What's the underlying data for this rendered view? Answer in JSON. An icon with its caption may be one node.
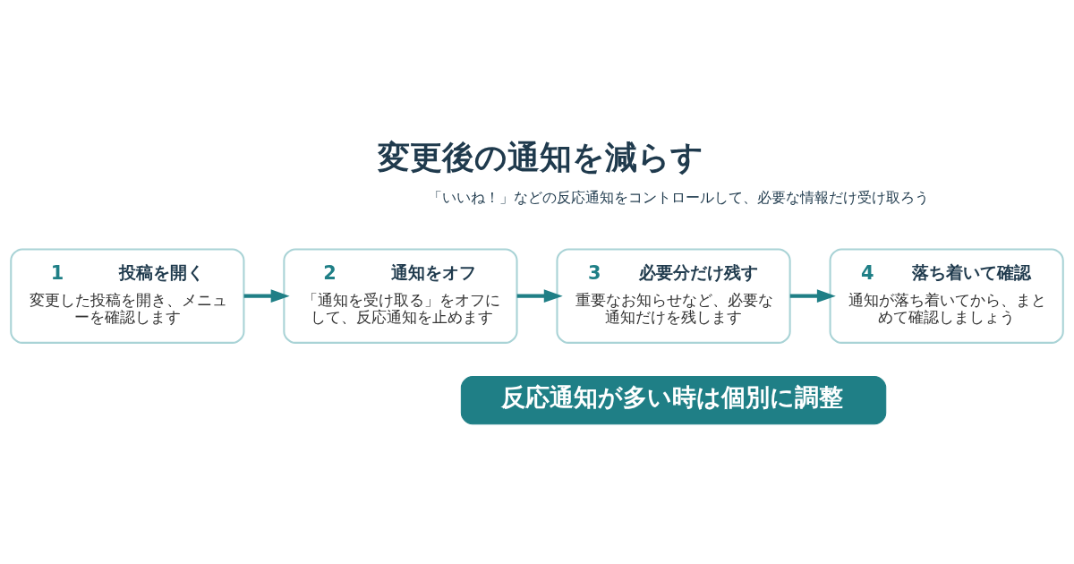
{
  "diagram": {
    "title": "変更後の通知を減らす",
    "nodes": [
      {
        "text": [
          "1",
          "投稿を開く",
          "変更した投稿を開き、メニューを確認します"
        ]
      },
      {
        "text": [
          "2",
          "通知をオフ",
          "「通知を受け取る」をオフにして、反応通知を止めます"
        ]
      },
      {
        "text": [
          "3",
          "必要分だけ残す",
          "重要なお知らせなど、必要な通知だけを残します"
        ]
      },
      {
        "text": [
          "4",
          "落ち着いて確認",
          "通知が落ち着いてから、まとめて確認しましょう"
        ]
      },
      {
        "text": [
          "反応通知が多い時は個別に調整"
        ]
      }
    ],
    "edges": [
      {
        "from": 0,
        "to": 1,
        "arrow": "to"
      },
      {
        "from": 1,
        "to": 2,
        "arrow": "to"
      },
      {
        "from": 2,
        "to": 3,
        "arrow": "to"
      }
    ],
    "labels": [
      "「いいね！」などの反応通知をコントロールして、必要な情報だけ受け取ろう"
    ]
  }
}
